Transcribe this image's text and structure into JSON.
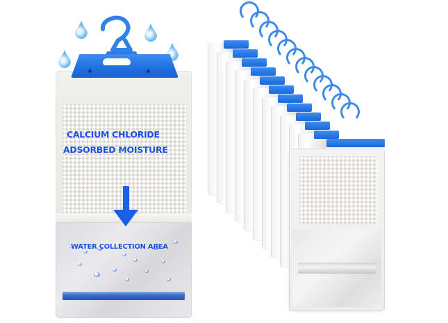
{
  "product": {
    "type": "hanging moisture absorber / dehumidifier bag",
    "colors": {
      "hanger_blue": "#1f6fe0",
      "label_blue": "#1a50e6",
      "droplet_blue": "#1e7fd6",
      "bag_white": "#eeeeec",
      "background": "#ffffff"
    }
  },
  "single_bag": {
    "labels": {
      "line1": "CALCIUM CHLORIDE",
      "line2": "ADSORBED MOISTURE",
      "water_area": "WATER COLLECTION AREA"
    },
    "icons": {
      "arrow": "down-arrow-icon",
      "droplets": "water-droplet-icon",
      "hanger": "hanger-icon"
    },
    "droplet_count": 4
  },
  "stack": {
    "bag_count": 12,
    "description": "row of identical hanging bags with blue hangers, fanned diagonally"
  }
}
